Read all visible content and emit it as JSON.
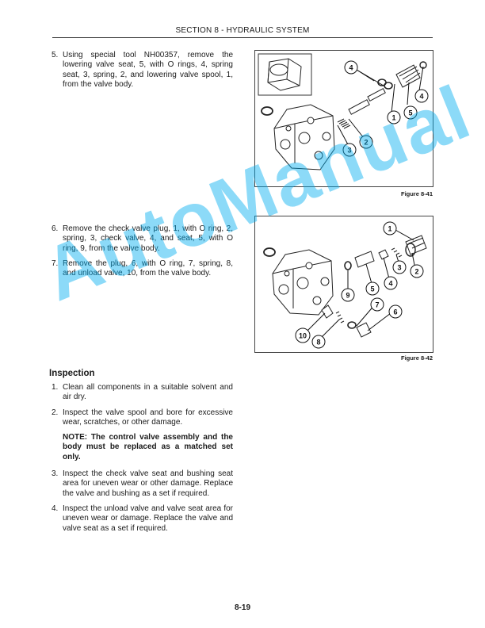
{
  "header": {
    "title": "SECTION 8 - HYDRAULIC SYSTEM"
  },
  "steps_a": [
    {
      "num": "5.",
      "text": "Using special tool NH00357, remove the lowering valve seat, 5, with O rings, 4, spring seat, 3, spring, 2, and lowering valve spool, 1, from the valve body."
    }
  ],
  "steps_b": [
    {
      "num": "6.",
      "text": "Remove the check valve plug, 1, with O ring, 2, spring, 3, check valve, 4, and seat, 5, with O ring, 9, from the valve body."
    },
    {
      "num": "7.",
      "text": "Remove the plug, 6, with O ring, 7, spring, 8, and unload valve, 10, from the valve body."
    }
  ],
  "inspection": {
    "title": "Inspection",
    "steps": [
      {
        "num": "1.",
        "text": "Clean all components in a suitable solvent and air dry."
      },
      {
        "num": "2.",
        "text": "Inspect the valve spool and bore for excessive wear, scratches, or other damage."
      }
    ],
    "note": "NOTE: The control valve assembly and the body must be replaced as a matched set only.",
    "steps_after": [
      {
        "num": "3.",
        "text": "Inspect the check valve seat and bushing seat area for uneven wear or other damage. Replace the valve and bushing as a set if required."
      },
      {
        "num": "4.",
        "text": "Inspect the unload valve and valve seat area for uneven wear or damage. Replace the valve and valve seat as a set if required."
      }
    ]
  },
  "figures": [
    {
      "caption": "Figure 8-41",
      "callouts": [
        "4",
        "4",
        "5",
        "1",
        "2",
        "3"
      ]
    },
    {
      "caption": "Figure 8-42",
      "callouts": [
        "1",
        "2",
        "3",
        "4",
        "5",
        "9",
        "7",
        "6",
        "10",
        "8"
      ]
    }
  ],
  "watermark": "AutoManual",
  "footer": {
    "page": "8-19"
  }
}
